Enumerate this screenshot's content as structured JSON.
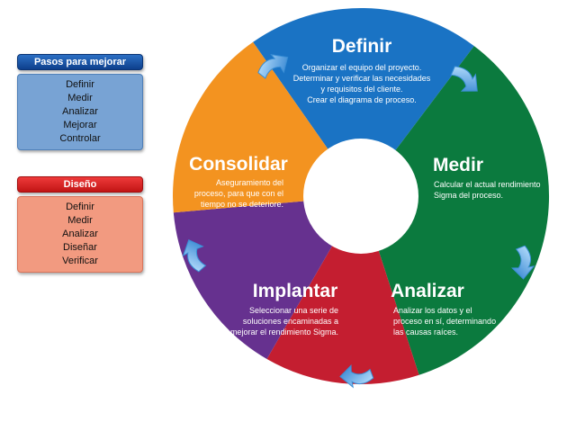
{
  "panels": {
    "steps": {
      "title": "Pasos para mejorar",
      "items": [
        "Definir",
        "Medir",
        "Analizar",
        "Mejorar",
        "Controlar"
      ]
    },
    "design": {
      "title": "Diseño",
      "items": [
        "Definir",
        "Medir",
        "Analizar",
        "Diseñar",
        "Verificar"
      ]
    }
  },
  "cycle": {
    "segments": [
      {
        "title": "Definir",
        "color": "#1a73c4",
        "desc": [
          "Organizar el equipo del proyecto.",
          "Determinar y verificar las necesidades",
          "y requisitos del cliente.",
          "Crear el diagrama de proceso."
        ]
      },
      {
        "title": "Medir",
        "color": "#0b7a3e",
        "desc": [
          "Calcular el actual rendimiento",
          "Sigma del proceso."
        ]
      },
      {
        "title": "Analizar",
        "color": "#c41e30",
        "desc": [
          "Analizar los datos y el",
          "proceso en sí, determinando",
          "las causas raíces."
        ]
      },
      {
        "title": "Implantar",
        "color": "#66318f",
        "desc": [
          "Seleccionar una serie de",
          "soluciones encaminadas a",
          "mejorar el rendimiento Sigma."
        ]
      },
      {
        "title": "Consolidar",
        "color": "#f39320",
        "desc": [
          "Aseguramiento del",
          "proceso, para que con el",
          "tiempo no se deteriore."
        ]
      }
    ],
    "arrow_color": "#3a8fd6"
  }
}
